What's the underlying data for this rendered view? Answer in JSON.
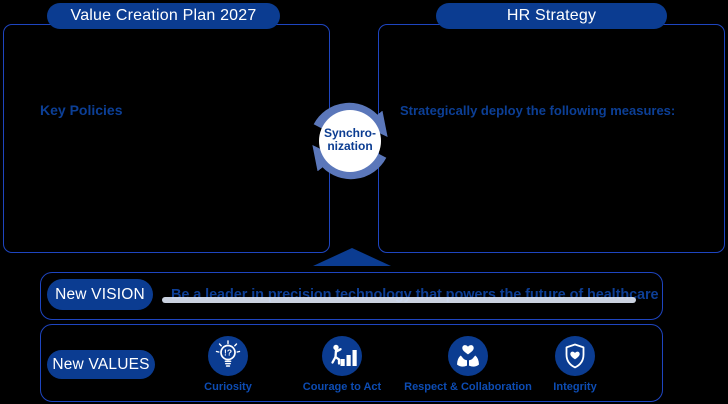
{
  "left_panel": {
    "title": "Value Creation Plan 2027",
    "body": "Key Policies"
  },
  "right_panel": {
    "title": "HR Strategy",
    "body": "Strategically deploy the following measures:"
  },
  "sync": {
    "line1": "Synchro-",
    "line2": "nization"
  },
  "vision": {
    "badge": "New VISION",
    "statement": "Be a leader in precision technology that powers the future of healthcare"
  },
  "values": {
    "badge": "New VALUES",
    "items": [
      {
        "label": "Curiosity",
        "icon": "lightbulb-icon"
      },
      {
        "label": "Courage to Act",
        "icon": "climbing-steps-icon"
      },
      {
        "label": "Respect & Collaboration",
        "icon": "hands-heart-icon"
      },
      {
        "label": "Integrity",
        "icon": "shield-heart-icon"
      }
    ]
  },
  "colors": {
    "navy_fill": "#0b3c91",
    "outline_blue": "#1e45c0",
    "body_text_blue": "#0c3f96",
    "sync_arrow_blue": "#5b77ba",
    "value_label_blue": "#0d4cb3",
    "vision_streak": "#dbe3f2",
    "background": "#000000"
  }
}
